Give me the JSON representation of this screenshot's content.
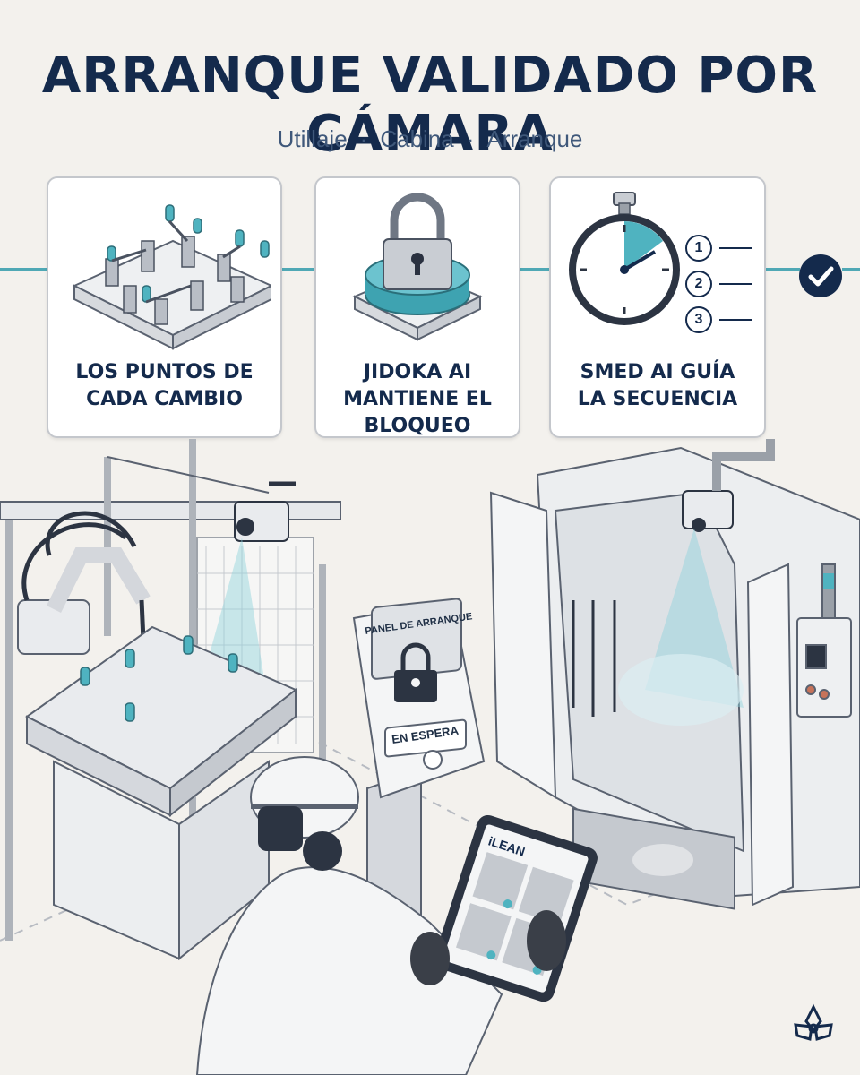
{
  "header": {
    "title": "ARRANQUE VALIDADO POR CÁMARA",
    "subtitle_parts": [
      "Utillaje",
      "Cabina",
      "Arranque"
    ],
    "separator": "·"
  },
  "steps": [
    {
      "label_line1": "LOS PUNTOS DE",
      "label_line2": "CADA CAMBIO",
      "icon": "fixture-table-icon"
    },
    {
      "label_line1": "JIDOKA AI",
      "label_line2": "MANTIENE EL",
      "label_line3": "BLOQUEO",
      "icon": "padlock-icon"
    },
    {
      "label_line1": "SMED AI GUÍA",
      "label_line2": "LA SECUENCIA",
      "icon": "stopwatch-icon",
      "checklist": [
        "1",
        "2",
        "3"
      ]
    }
  ],
  "status_icon": "check-circle-icon",
  "scene": {
    "panel_title": "PANEL DE ARRANQUE",
    "panel_status": "EN ESPERA",
    "tablet_brand": "iLEAN"
  },
  "colors": {
    "navy": "#142a4c",
    "teal": "#4fa8b5",
    "background": "#f3f1ed"
  },
  "logo_icon": "flower-logo-icon"
}
